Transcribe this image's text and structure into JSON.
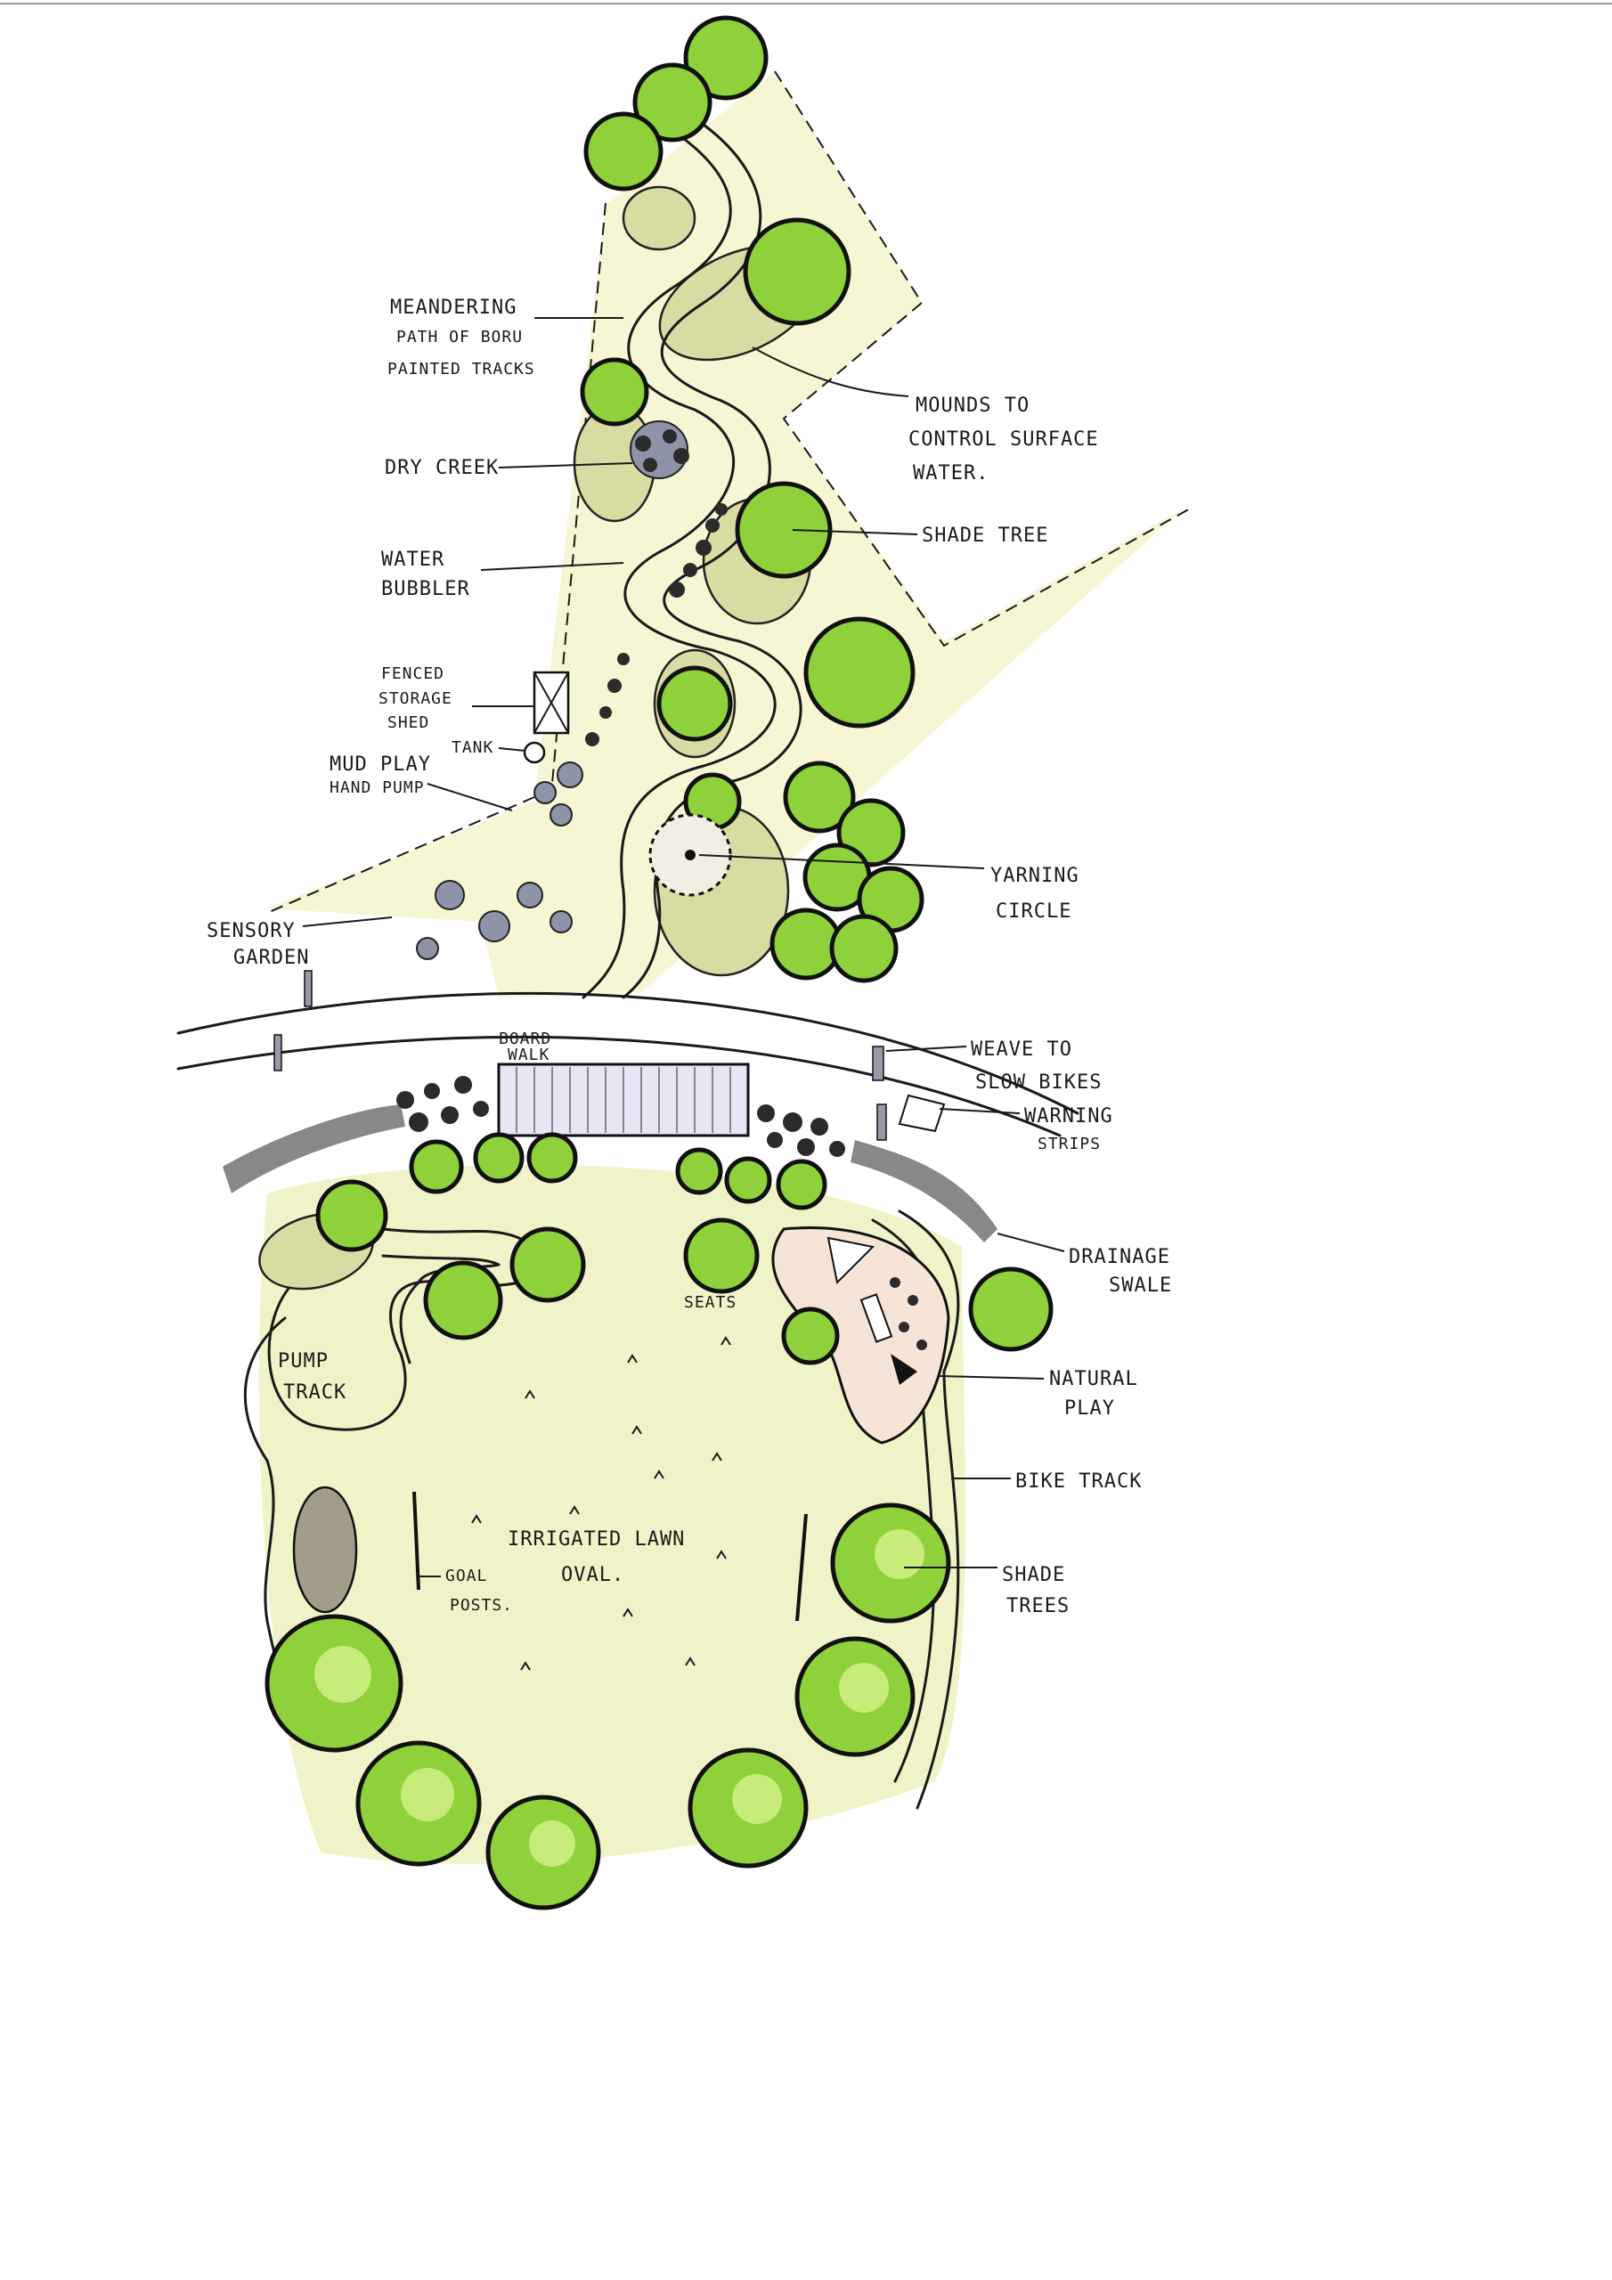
{
  "labels": {
    "meandering_path": [
      "MEANDERING",
      "PATH OF BORU",
      "PAINTED TRACKS"
    ],
    "mounds": [
      "MOUNDS TO",
      "CONTROL SURFACE",
      "WATER."
    ],
    "dry_creek": "DRY CREEK",
    "shade_tree": "SHADE TREE",
    "water_bubbler": [
      "WATER",
      "BUBBLER"
    ],
    "storage_shed": [
      "FENCED",
      "STORAGE",
      "SHED"
    ],
    "tank": "TANK",
    "mud_play": [
      "MUD PLAY",
      "HAND PUMP"
    ],
    "yarning_circle": [
      "YARNING",
      "CIRCLE"
    ],
    "sensory_garden": [
      "SENSORY",
      "GARDEN"
    ],
    "board_walk": [
      "BOARD",
      "WALK"
    ],
    "weave_bikes": [
      "WEAVE TO",
      "SLOW BIKES"
    ],
    "warning_strips": [
      "WARNING",
      "STRIPS"
    ],
    "drainage_swale": [
      "DRAINAGE",
      "SWALE"
    ],
    "seats": "SEATS",
    "pump_track": [
      "PUMP",
      "TRACK"
    ],
    "natural_play": [
      "NATURAL",
      "PLAY"
    ],
    "bike_track": "BIKE TRACK",
    "irrigated_lawn": [
      "IRRIGATED LAWN",
      "OVAL."
    ],
    "shade_trees": [
      "SHADE",
      "TREES"
    ],
    "goal_posts": [
      "GOAL",
      "POSTS."
    ]
  },
  "colors": {
    "lawn": "#eef2c2",
    "tree": "#8fd13a",
    "path_fill": "#fbf0e6",
    "mound": "#d8dca2",
    "shadow": "#d9d2ee"
  }
}
